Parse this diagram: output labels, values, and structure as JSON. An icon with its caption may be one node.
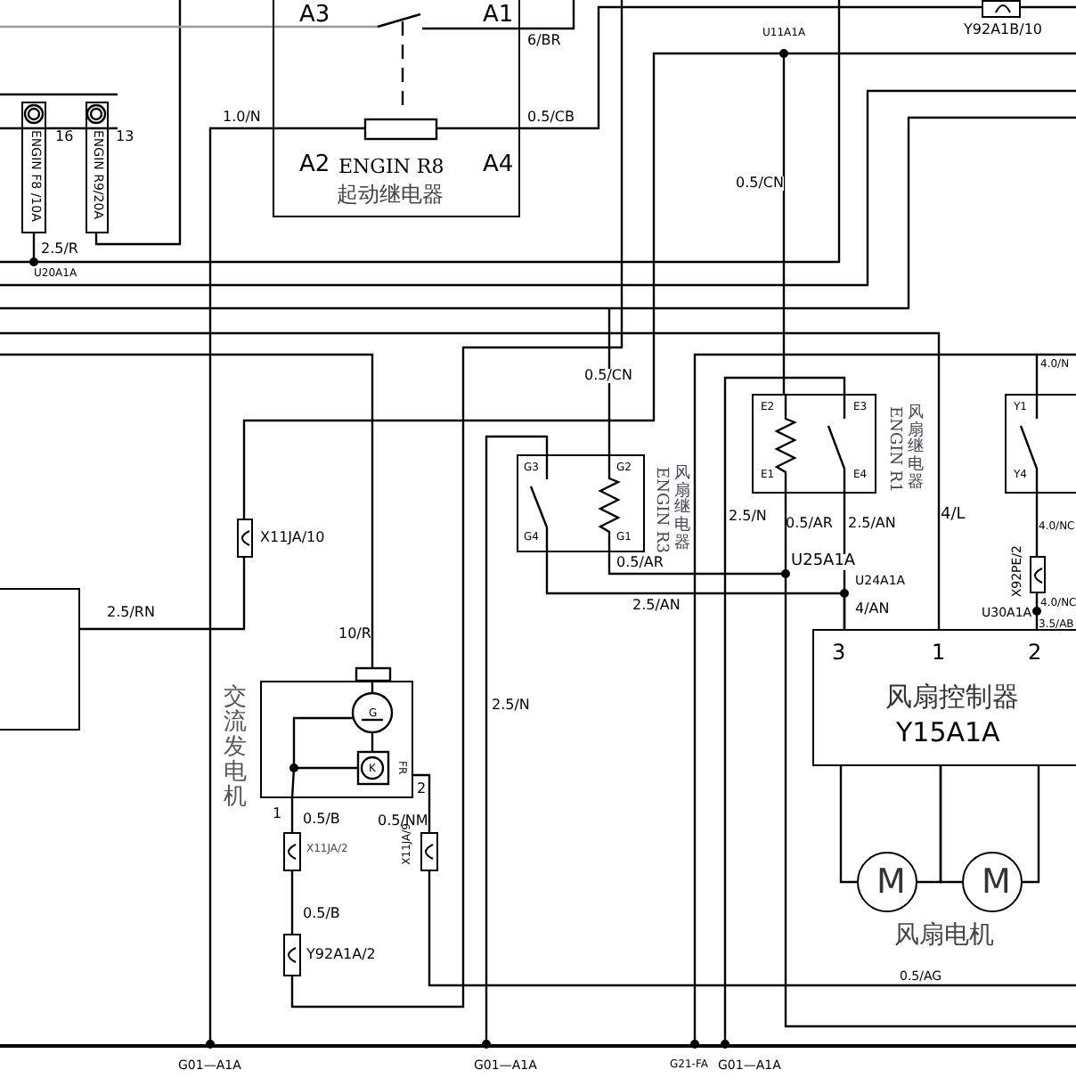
{
  "diagram": {
    "nodes": [
      {
        "text": [
          "A3",
          "A1",
          "A2",
          "ENGIN R8",
          "A4",
          "起动继电器"
        ]
      },
      {
        "text": [
          "ENGIN F8 /10A"
        ],
        "beside": [
          "16"
        ]
      },
      {
        "text": [
          "ENGIN R9/20A"
        ],
        "beside": [
          "13"
        ]
      },
      {
        "text": [
          "G3",
          "G2",
          "G4",
          "G1"
        ],
        "beside": [
          "ENGIN R3",
          "风扇继电器"
        ]
      },
      {
        "text": [
          "E2",
          "E3",
          "E1",
          "E4"
        ],
        "beside": [
          "ENGIN R1",
          "风扇继电器"
        ]
      },
      {
        "text": [
          "Y1",
          "Y4"
        ]
      },
      {
        "text": [
          "3",
          "1",
          "2",
          "风扇控制器",
          "Y15A1A"
        ]
      },
      {
        "text": [
          "M"
        ]
      },
      {
        "text": [
          "M"
        ]
      },
      {
        "text": [
          "交流发电机",
          "G",
          "K",
          "FR",
          "1",
          "2"
        ]
      },
      {
        "text": [],
        "shape": "box",
        "beside": [
          "X11JA/10"
        ]
      },
      {
        "text": [],
        "shape": "box",
        "beside": [
          "X11JA/2"
        ]
      },
      {
        "text": [],
        "shape": "box",
        "beside": [
          "Y92A1A/2"
        ]
      },
      {
        "text": [],
        "shape": "box",
        "beside": [
          "X11JA/9"
        ]
      },
      {
        "text": [],
        "shape": "box",
        "beside": [
          "X92PE/2"
        ]
      },
      {
        "text": [],
        "shape": "box",
        "beside": [
          "Y92A1B/10"
        ]
      },
      {
        "text": [],
        "shape": "bar"
      },
      {
        "text": [],
        "shape": "box"
      }
    ],
    "edges": [
      {
        "from": 9,
        "to": 11,
        "arrow": "none",
        "label": "0.5/B"
      },
      {
        "from": 11,
        "to": 12,
        "arrow": "none",
        "label": "0.5/B"
      },
      {
        "from": 9,
        "to": 13,
        "arrow": "none",
        "label": "0.5/NM"
      },
      {
        "from": 5,
        "to": 14,
        "arrow": "none",
        "label": "4.0/NC"
      },
      {
        "from": 6,
        "to": 7,
        "arrow": "none"
      },
      {
        "from": 6,
        "to": 8,
        "arrow": "none"
      },
      {
        "from": 6,
        "to": 7,
        "arrow": "none"
      },
      {
        "from": 6,
        "to": 8,
        "arrow": "none"
      },
      {
        "from": 4,
        "to": 6,
        "arrow": "none",
        "label": "4/AN"
      },
      {
        "from": 3,
        "to": 6,
        "arrow": "none"
      },
      {
        "from": 14,
        "to": 6,
        "arrow": "none"
      },
      {
        "from": 4,
        "to": 3,
        "arrow": "none",
        "label": "0.5/AR"
      },
      {
        "from": 0,
        "to": 15,
        "arrow": "none",
        "label": "0.5/CB"
      },
      {
        "from": 10,
        "to": 4,
        "arrow": "none",
        "label": "0.5/CN"
      },
      {
        "from": 0,
        "to": 16,
        "arrow": "other",
        "label": "1.0/N"
      },
      {
        "from": 3,
        "to": 16,
        "arrow": "other"
      },
      {
        "from": 4,
        "to": 16,
        "arrow": "other",
        "label": "2.5/N"
      },
      {
        "from": 5,
        "to": 16,
        "arrow": "other",
        "label": "4.0/N"
      },
      {
        "from": 10,
        "to": 17,
        "arrow": "none",
        "label": "2.5/RN"
      }
    ],
    "labels": [
      "6/BR",
      "2.5/R",
      "U20A1A",
      "U11A1A",
      "0.5/CN",
      "0.5/AR",
      "2.5/AN",
      "4/L",
      "U25A1A",
      "U24A1A",
      "2.5/AN",
      "4.0/NC",
      "U30A1A",
      "3.5/AB",
      "10/R",
      "2.5/N",
      "风扇电机",
      "0.5/AG",
      "G01—A1A",
      "G01—A1A",
      "G21-FA",
      "G01—A1A"
    ]
  }
}
